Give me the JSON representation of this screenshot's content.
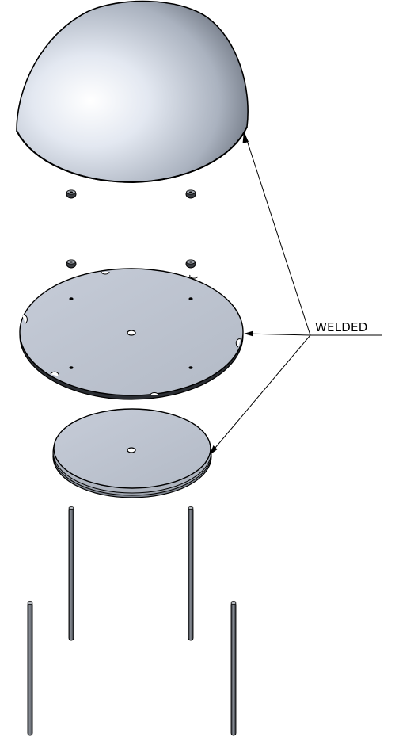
{
  "callout": {
    "label": "WELDED"
  },
  "colors": {
    "outline": "#000000",
    "part_fill": "#bcc3cf",
    "dome_highlight": "#ffffff",
    "dome_shadow": "#1e222a",
    "rod_fill": "#5f636a"
  },
  "parts": [
    {
      "name": "dome"
    },
    {
      "name": "nut",
      "count": 4
    },
    {
      "name": "plate"
    },
    {
      "name": "disc"
    },
    {
      "name": "rod",
      "count": 4
    }
  ]
}
